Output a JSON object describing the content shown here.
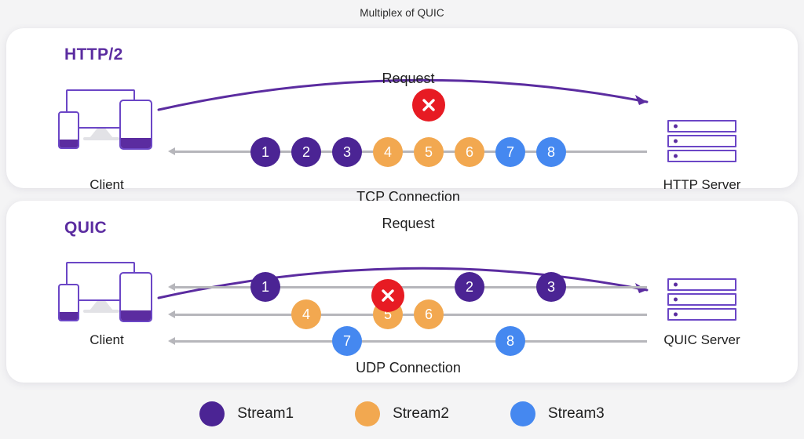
{
  "title": "Multiplex of QUIC",
  "colors": {
    "stream1": "#4b2494",
    "stream2": "#f2a850",
    "stream3": "#4588f0",
    "error": "#e71b23",
    "accent_purple": "#5b2ca0",
    "line_gray": "#b6b6bb",
    "page_background": "#f4f4f5",
    "panel_background": "#ffffff"
  },
  "panels": [
    {
      "id": "http2",
      "label": "HTTP/2",
      "client_caption": "Client",
      "server_caption": "HTTP Server",
      "request_label": "Request",
      "connection_caption": "TCP Connection",
      "lines": 1,
      "packets": [
        {
          "number": "1",
          "stream": "stream1",
          "row": 1
        },
        {
          "number": "2",
          "stream": "stream1",
          "row": 1
        },
        {
          "number": "3",
          "stream": "stream1",
          "row": 1
        },
        {
          "number": "4",
          "stream": "stream2",
          "row": 1
        },
        {
          "number": "5",
          "stream": "stream2",
          "row": 1,
          "blocked": true
        },
        {
          "number": "6",
          "stream": "stream2",
          "row": 1
        },
        {
          "number": "7",
          "stream": "stream3",
          "row": 1
        },
        {
          "number": "8",
          "stream": "stream3",
          "row": 1
        }
      ],
      "error_marker": {
        "on_packet": "5",
        "glyph": "x"
      }
    },
    {
      "id": "quic",
      "label": "QUIC",
      "client_caption": "Client",
      "server_caption": "QUIC Server",
      "request_label": "Request",
      "connection_caption": "UDP Connection",
      "lines": 3,
      "packets": [
        {
          "number": "1",
          "stream": "stream1",
          "row": 1
        },
        {
          "number": "2",
          "stream": "stream1",
          "row": 1
        },
        {
          "number": "3",
          "stream": "stream1",
          "row": 1
        },
        {
          "number": "4",
          "stream": "stream2",
          "row": 2
        },
        {
          "number": "5",
          "stream": "stream2",
          "row": 2,
          "blocked": true
        },
        {
          "number": "6",
          "stream": "stream2",
          "row": 2
        },
        {
          "number": "7",
          "stream": "stream3",
          "row": 3
        },
        {
          "number": "8",
          "stream": "stream3",
          "row": 3
        }
      ],
      "error_marker": {
        "on_packet": "5",
        "glyph": "x"
      }
    }
  ],
  "legend": [
    {
      "label": "Stream1",
      "color_key": "stream1"
    },
    {
      "label": "Stream2",
      "color_key": "stream2"
    },
    {
      "label": "Stream3",
      "color_key": "stream3"
    }
  ]
}
